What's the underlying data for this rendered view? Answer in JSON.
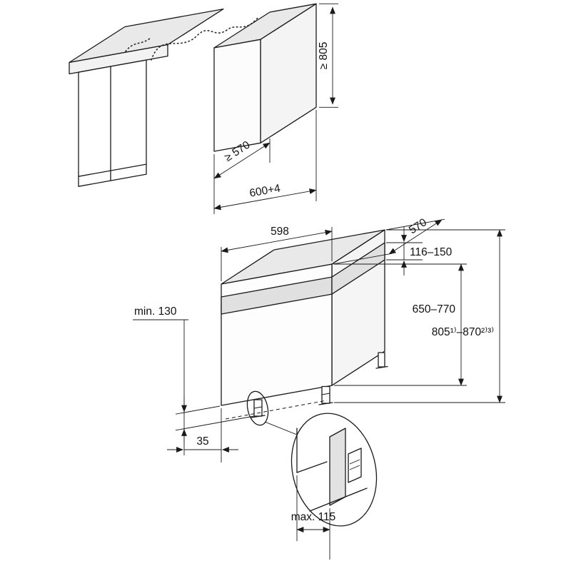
{
  "top_view": {
    "niche_depth": "≥ 570",
    "niche_height": "≥ 805",
    "niche_width": "600+4"
  },
  "bottom_view": {
    "appliance_width": "598",
    "appliance_depth": "570",
    "panel_height": "116–150",
    "door_height": "650–770",
    "total_height": "805¹⁾–870²⁾³⁾",
    "plinth_min": "min. 130",
    "front_offset": "35",
    "plinth_max_depth": "max. 115"
  },
  "colors": {
    "line": "#1a1a1a",
    "surface": "#e9e9e9",
    "panel": "#e0e0e0",
    "background": "#ffffff"
  }
}
